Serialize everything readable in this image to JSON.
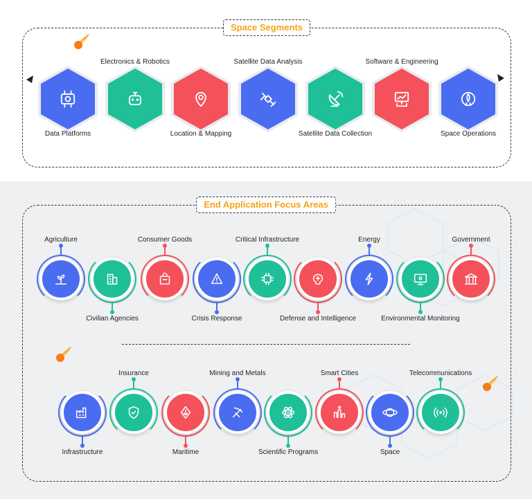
{
  "colors": {
    "blue": "#4a6cf0",
    "green": "#1fbf98",
    "red": "#f4515a",
    "orange": "#f5a417"
  },
  "top_section": {
    "title": "Space Segments",
    "segments": [
      {
        "label": "Data Platforms",
        "color": "blue",
        "icon": "data-platform-icon"
      },
      {
        "label": "Electronics & Robotics",
        "color": "green",
        "icon": "robot-icon"
      },
      {
        "label": "Location & Mapping",
        "color": "red",
        "icon": "location-pin-icon"
      },
      {
        "label": "Satellite Data Analysis",
        "color": "blue",
        "icon": "satellite-icon"
      },
      {
        "label": "Satellite Data Collection",
        "color": "green",
        "icon": "satellite-dish-icon"
      },
      {
        "label": "Software & Engineering",
        "color": "red",
        "icon": "chart-network-icon"
      },
      {
        "label": "Space Operations",
        "color": "blue",
        "icon": "rocket-gear-icon"
      }
    ]
  },
  "bottom_section": {
    "title": "End Application Focus Areas",
    "row1": [
      {
        "label": "Agriculture",
        "color": "blue",
        "icon": "agriculture-icon"
      },
      {
        "label": "Civilian Agencies",
        "color": "green",
        "icon": "building-icon"
      },
      {
        "label": "Consumer Goods",
        "color": "red",
        "icon": "shopping-bag-icon"
      },
      {
        "label": "Crisis Response",
        "color": "blue",
        "icon": "warning-icon"
      },
      {
        "label": "Critical Infrastructure",
        "color": "green",
        "icon": "chip-icon"
      },
      {
        "label": "Defense and Intelligence",
        "color": "red",
        "icon": "brain-icon"
      },
      {
        "label": "Energy",
        "color": "blue",
        "icon": "lightning-icon"
      },
      {
        "label": "Environmental Monitoring",
        "color": "green",
        "icon": "monitor-icon"
      },
      {
        "label": "Government",
        "color": "red",
        "icon": "government-icon"
      }
    ],
    "row2": [
      {
        "label": "Infrastructure",
        "color": "blue",
        "icon": "factory-icon"
      },
      {
        "label": "Insurance",
        "color": "green",
        "icon": "shield-check-icon"
      },
      {
        "label": "Maritime",
        "color": "red",
        "icon": "anchor-icon"
      },
      {
        "label": "Mining and Metals",
        "color": "blue",
        "icon": "pickaxe-icon"
      },
      {
        "label": "Scientific Programs",
        "color": "green",
        "icon": "atom-icon"
      },
      {
        "label": "Smart Cities",
        "color": "red",
        "icon": "smart-city-icon"
      },
      {
        "label": "Space",
        "color": "blue",
        "icon": "planet-icon"
      },
      {
        "label": "Telecommunications",
        "color": "green",
        "icon": "signal-icon"
      }
    ]
  }
}
